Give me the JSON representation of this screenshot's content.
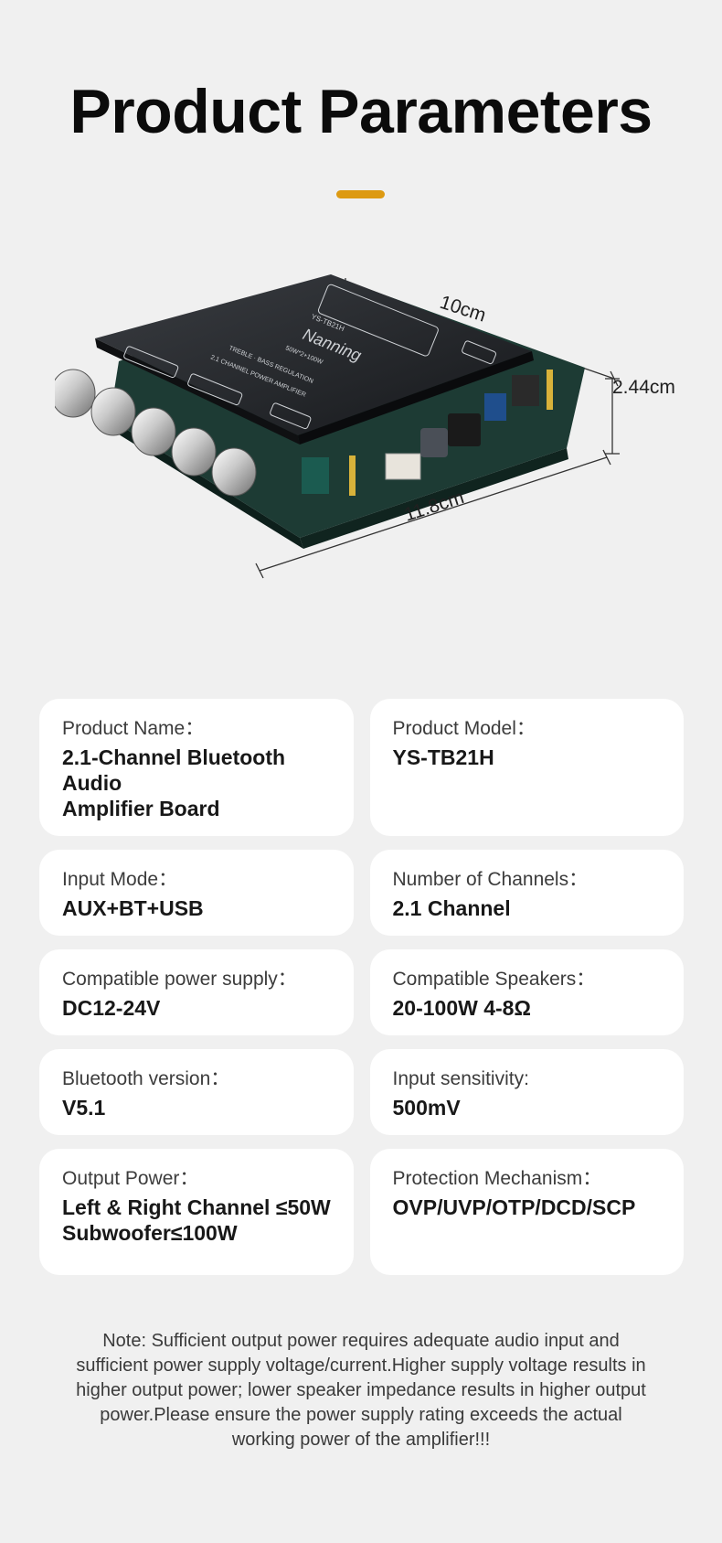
{
  "page": {
    "title": "Product Parameters",
    "accent_color": "#dd9a12",
    "background_color": "#f0f0f0"
  },
  "product_image": {
    "icon": "amplifier-board-photo",
    "dimensions": {
      "width": "10cm",
      "length": "11.8cm",
      "height": "2.44cm"
    },
    "board_text": {
      "brand": "Nanning",
      "model": "YS-TB21H",
      "power": "50W*2+100W",
      "regulation": "TREBLE · BASS REGULATION",
      "channel": "2.1 CHANNEL POWER AMPLIFIER"
    }
  },
  "specs": [
    {
      "label": "Product Name：",
      "value": "2.1-Channel Bluetooth Audio\nAmplifier Board"
    },
    {
      "label": "Product Model：",
      "value": "YS-TB21H"
    },
    {
      "label": "Input Mode：",
      "value": "AUX+BT+USB"
    },
    {
      "label": "Number of Channels：",
      "value": "2.1  Channel"
    },
    {
      "label": "Compatible power supply：",
      "value": "DC12-24V"
    },
    {
      "label": "Compatible Speakers：",
      "value": "20-100W  4-8Ω"
    },
    {
      "label": "Bluetooth version：",
      "value": "V5.1"
    },
    {
      "label": "Input sensitivity:",
      "value": "500mV"
    },
    {
      "label": "Output Power：",
      "value": "Left & Right Channel ≤50W\nSubwoofer≤100W"
    },
    {
      "label": "Protection Mechanism：",
      "value": "OVP/UVP/OTP/DCD/SCP"
    }
  ],
  "note": "Note: Sufficient output power requires adequate audio input and sufficient power supply voltage/current.Higher supply voltage results in higher output power; lower speaker impedance results in higher output power.Please ensure the power supply rating exceeds the actual working power of the amplifier!!!"
}
